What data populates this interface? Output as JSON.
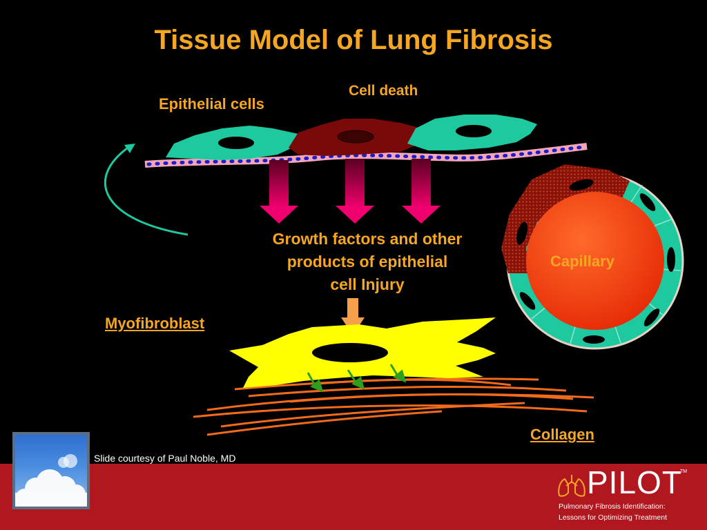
{
  "slide": {
    "title": "Tissue Model of Lung Fibrosis"
  },
  "labels": {
    "epithelial_cells": "Epithelial cells",
    "cell_death": "Cell death",
    "growth_factors": "Growth factors and other\nproducts of epithelial\ncell Injury",
    "capillary": "Capillary",
    "myofibroblast": "Myofibroblast",
    "collagen": "Collagen"
  },
  "footer": {
    "courtesy": "Slide courtesy of Paul Noble, MD",
    "logo_name": "PILOT",
    "logo_trademark": "TM",
    "tagline_line1": "Pulmonary Fibrosis Identification:",
    "tagline_line2": "Lessons for Optimizing Treatment"
  },
  "colors": {
    "background": "#000000",
    "title_text": "#F5A623",
    "epithelial_cell": "#1FC9A0",
    "dead_cell": "#7A0A0A",
    "myofibroblast": "#FFFF00",
    "collagen": "#F26A1B",
    "capillary_lumen": "#F23A0A",
    "footer_band": "#B0171F",
    "arrow_magenta": "#E8006A"
  }
}
